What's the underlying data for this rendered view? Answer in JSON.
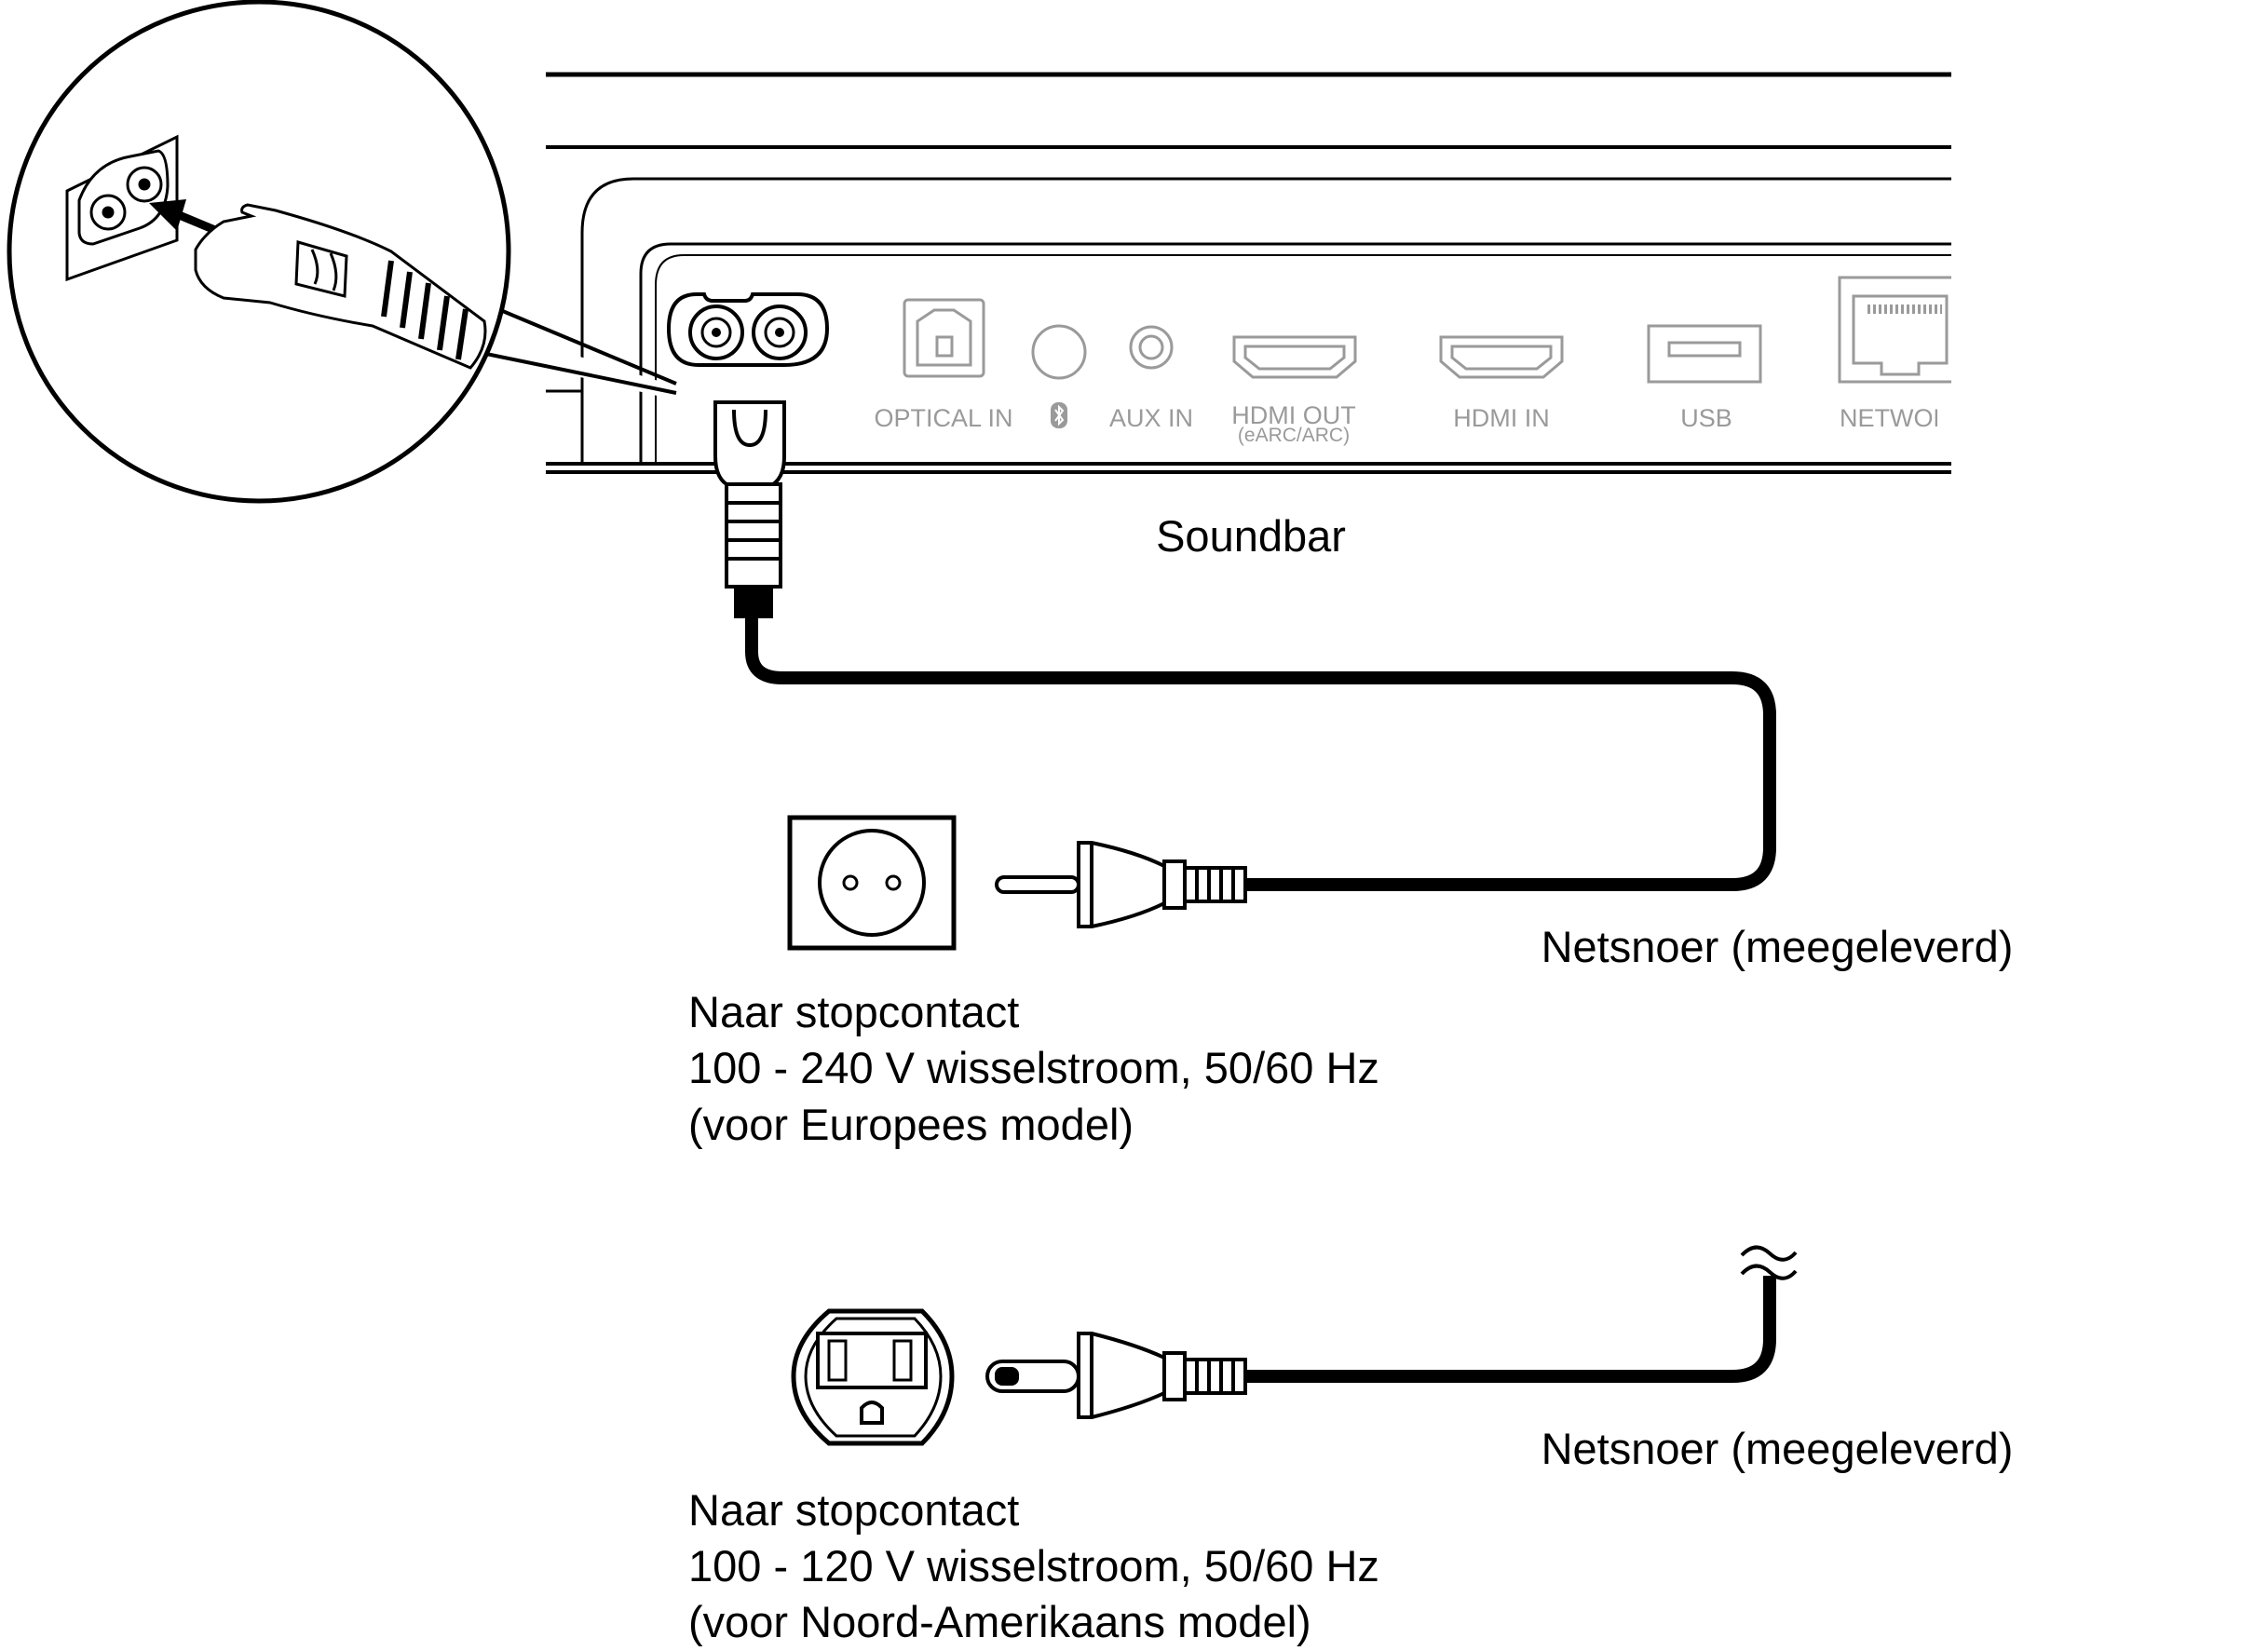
{
  "soundbar": {
    "label": "Soundbar",
    "ports": {
      "optical_in": "OPTICAL IN",
      "aux_in": "AUX IN",
      "hdmi_out": "HDMI OUT",
      "hdmi_out_sub": "(eARC/ARC)",
      "hdmi_in": "HDMI IN",
      "usb": "USB",
      "network": "NETWORK"
    }
  },
  "eu_setup": {
    "cord_label": "Netsnoer (meegeleverd)",
    "outlet_line1": "Naar stopcontact",
    "outlet_line2": "100 - 240 V wisselstroom, 50/60 Hz",
    "outlet_line3": "(voor Europees model)"
  },
  "na_setup": {
    "cord_label": "Netsnoer (meegeleverd)",
    "outlet_line1": "Naar stopcontact",
    "outlet_line2": "100 - 120 V wisselstroom, 50/60 Hz",
    "outlet_line3": "(voor Noord-Amerikaans model)"
  },
  "icons": {
    "bluetooth": "bluetooth-icon",
    "arrow": "insert-arrow-icon"
  }
}
